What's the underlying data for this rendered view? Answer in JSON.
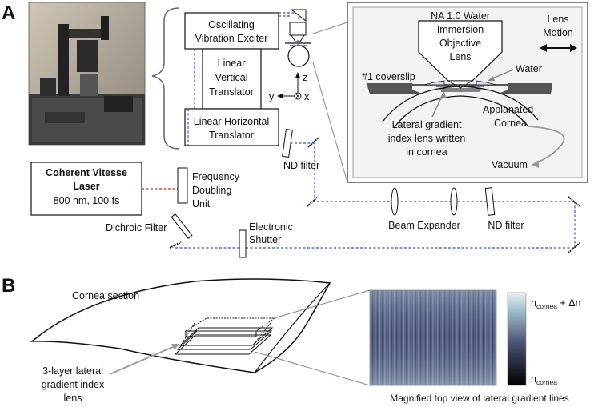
{
  "panel_a": {
    "letter": "A",
    "apparatus": {
      "oscillating": [
        "Oscillating",
        "Vibration Exciter"
      ],
      "vertical": [
        "Linear",
        "Vertical",
        "Translator"
      ],
      "horizontal": [
        "Linear Horizontal",
        "Translator"
      ],
      "axes": {
        "z": "z",
        "y": "y",
        "x": "x"
      }
    },
    "inset": {
      "objective": [
        "NA 1.0 Water",
        "Immersion",
        "Objective",
        "Lens"
      ],
      "lens_motion": [
        "Lens",
        "Motion"
      ],
      "coverslip": "#1 coverslip",
      "water": "Water",
      "cornea": [
        "Applanated",
        "Cornea"
      ],
      "lateral": [
        "Lateral gradient",
        "index lens written",
        "in cornea"
      ],
      "vacuum": "Vacuum"
    },
    "laser": {
      "name": [
        "Coherent Vitesse",
        "Laser"
      ],
      "spec": "800 nm, 100 fs"
    },
    "nd_filter_top": "ND filter",
    "frequency_unit": [
      "Frequency",
      "Doubling",
      "Unit"
    ],
    "dichroic": "Dichroic Filter",
    "shutter": [
      "Electronic",
      "Shutter"
    ],
    "beam_expander": "Beam Expander",
    "nd_filter_bottom": "ND filter"
  },
  "panel_b": {
    "letter": "B",
    "cornea_section": "Cornea section",
    "three_layer": [
      "3-layer lateral",
      "gradient index",
      "lens"
    ],
    "caption": "Magnified top view of lateral gradient lines",
    "scale_top": {
      "n": "n",
      "sub": "cornea",
      "suffix": " + Δn"
    },
    "scale_bottom": {
      "n": "n",
      "sub": "cornea"
    }
  },
  "colors": {
    "beam_blue": "#3355bb",
    "beam_red": "#c03030",
    "gradient_dark": "#2a2f45",
    "gradient_light": "#c8dce6"
  }
}
